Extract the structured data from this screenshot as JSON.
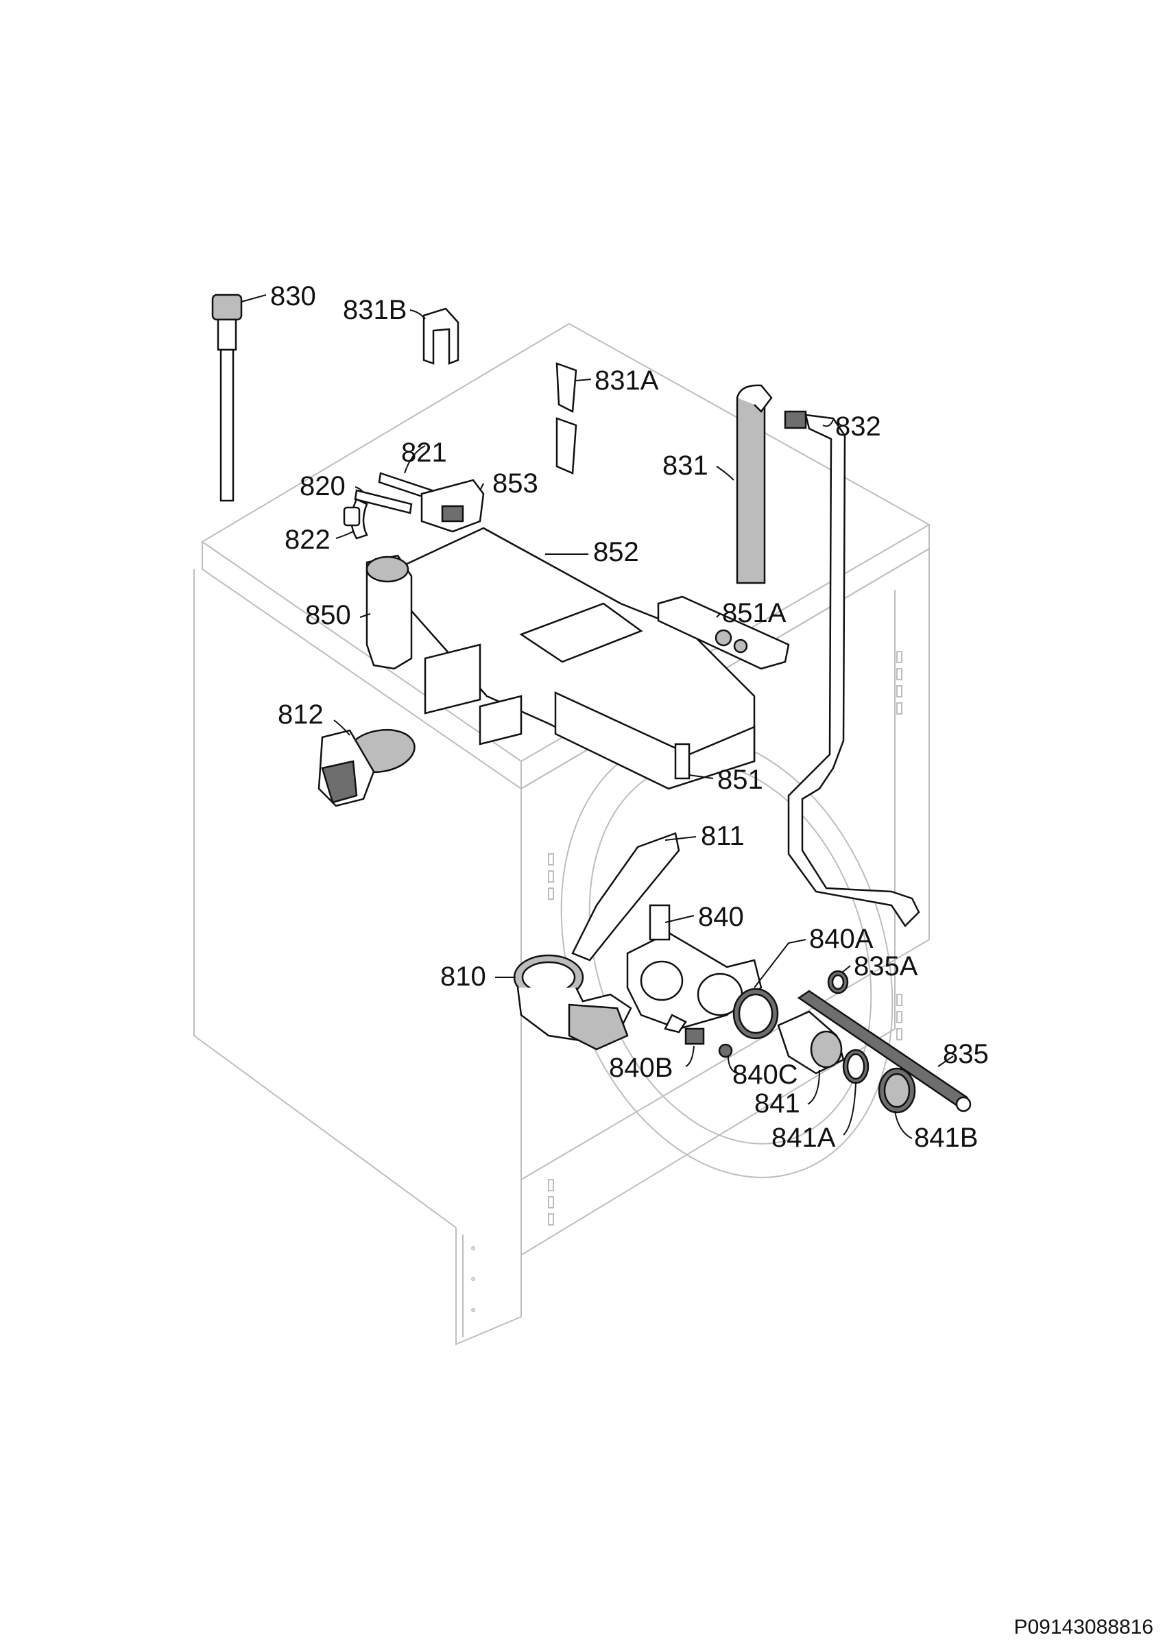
{
  "document_code": "P09143088816",
  "parts": [
    {
      "id": "p830",
      "label": "830"
    },
    {
      "id": "p831b",
      "label": "831B"
    },
    {
      "id": "p831a",
      "label": "831A"
    },
    {
      "id": "p832",
      "label": "832"
    },
    {
      "id": "p831",
      "label": "831"
    },
    {
      "id": "p821",
      "label": "821"
    },
    {
      "id": "p820",
      "label": "820"
    },
    {
      "id": "p853",
      "label": "853"
    },
    {
      "id": "p822",
      "label": "822"
    },
    {
      "id": "p852",
      "label": "852"
    },
    {
      "id": "p850",
      "label": "850"
    },
    {
      "id": "p851a",
      "label": "851A"
    },
    {
      "id": "p812",
      "label": "812"
    },
    {
      "id": "p851",
      "label": "851"
    },
    {
      "id": "p811",
      "label": "811"
    },
    {
      "id": "p840",
      "label": "840"
    },
    {
      "id": "p840a",
      "label": "840A"
    },
    {
      "id": "p835a",
      "label": "835A"
    },
    {
      "id": "p810",
      "label": "810"
    },
    {
      "id": "p835",
      "label": "835"
    },
    {
      "id": "p840b",
      "label": "840B"
    },
    {
      "id": "p840c",
      "label": "840C"
    },
    {
      "id": "p841",
      "label": "841"
    },
    {
      "id": "p841a",
      "label": "841A"
    },
    {
      "id": "p841b",
      "label": "841B"
    }
  ]
}
